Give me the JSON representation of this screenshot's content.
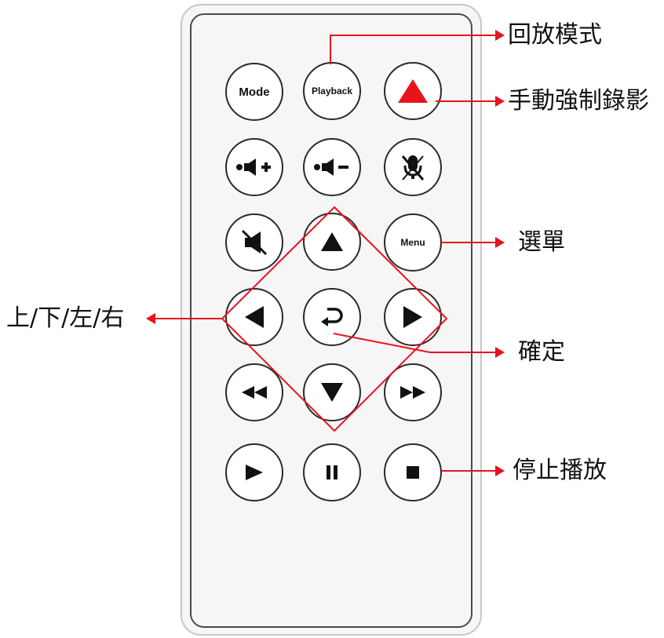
{
  "buttons": {
    "mode": "Mode",
    "playback": "Playback",
    "menu": "Menu"
  },
  "labels": {
    "playback_mode": "回放模式",
    "manual_record": "手動強制錄影",
    "menu": "選單",
    "directions": "上/下/左/右",
    "confirm": "確定",
    "stop_playback": "停止播放"
  },
  "colors": {
    "annotation": "#e8141c",
    "button_border": "#2a2a2a",
    "record_icon": "#e8141c"
  },
  "icons": [
    "record-triangle-icon",
    "volume-up-icon",
    "volume-down-icon",
    "mic-mute-icon",
    "speaker-mute-icon",
    "arrow-up-icon",
    "arrow-left-icon",
    "enter-icon",
    "arrow-right-icon",
    "rewind-icon",
    "arrow-down-icon",
    "fast-forward-icon",
    "play-icon",
    "pause-icon",
    "stop-icon"
  ]
}
